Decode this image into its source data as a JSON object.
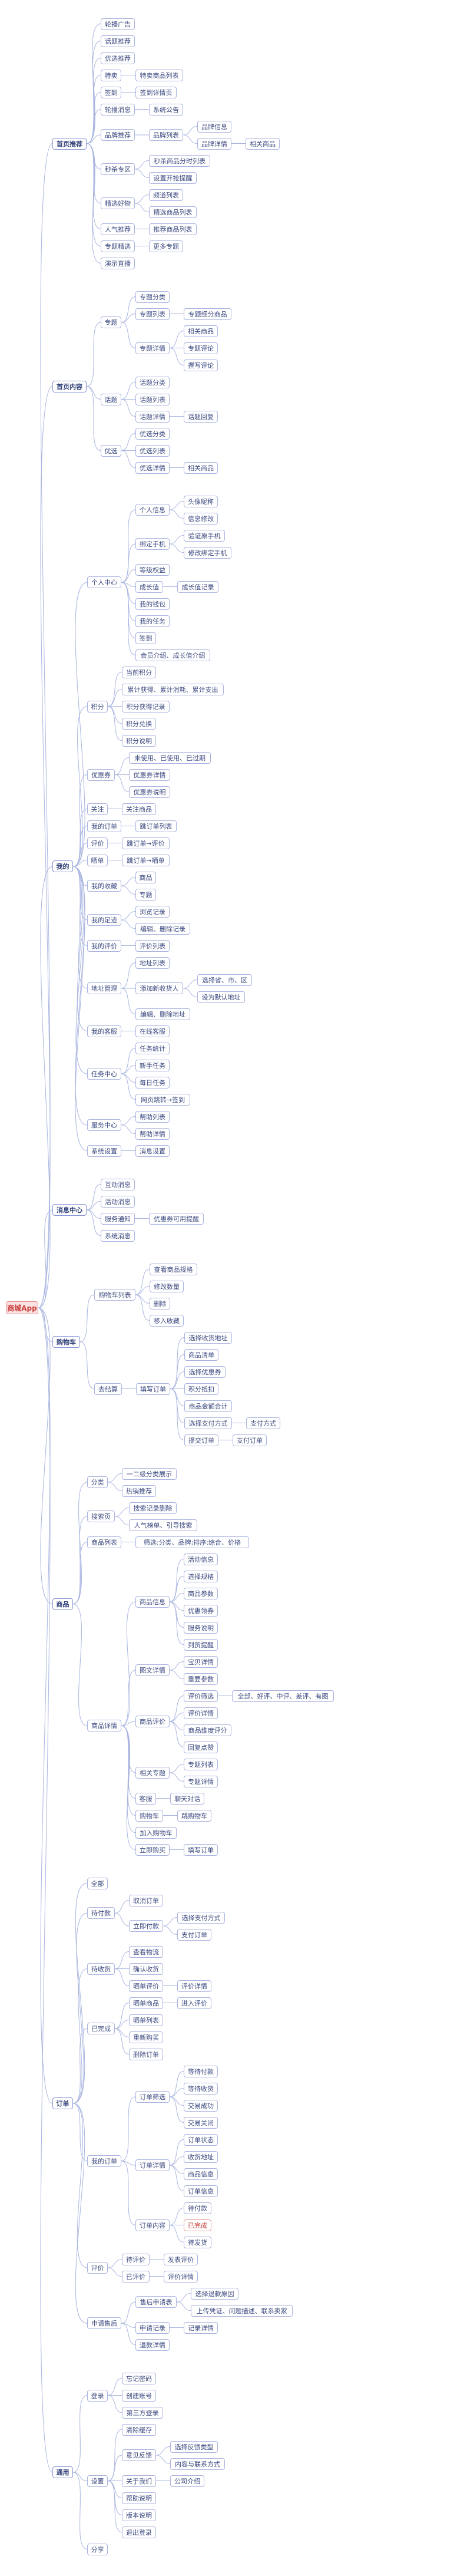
{
  "colors": {
    "root_bg": "#fbe3e3",
    "root_border": "#e58f8f",
    "root_text": "#c9433f",
    "branch_border": "#8a97d6",
    "branch_text": "#2f3f78",
    "node_border": "#aab4e0",
    "node_text": "#3c4a80",
    "accent_border": "#e59a9a",
    "accent_text": "#c9433f",
    "connector": "#aab6e0"
  },
  "tree": {
    "label": "商城App",
    "children": [
      {
        "label": "首页推荐",
        "children": [
          {
            "label": "轮播广告"
          },
          {
            "label": "话题推荐"
          },
          {
            "label": "优选推荐"
          },
          {
            "label": "特卖",
            "children": [
              {
                "label": "特卖商品列表"
              }
            ]
          },
          {
            "label": "签到",
            "children": [
              {
                "label": "签到详情页"
              }
            ]
          },
          {
            "label": "轮播消息",
            "children": [
              {
                "label": "系统公告"
              }
            ]
          },
          {
            "label": "品牌推荐",
            "children": [
              {
                "label": "品牌列表",
                "children": [
                  {
                    "label": "品牌信息"
                  },
                  {
                    "label": "品牌详情",
                    "children": [
                      {
                        "label": "相关商品"
                      }
                    ]
                  }
                ]
              }
            ]
          },
          {
            "label": "秒杀专区",
            "children": [
              {
                "label": "秒杀商品分时列表"
              },
              {
                "label": "设置开抢提醒"
              }
            ]
          },
          {
            "label": "精选好物",
            "children": [
              {
                "label": "频道列表"
              },
              {
                "label": "精选商品列表"
              }
            ]
          },
          {
            "label": "人气推荐",
            "children": [
              {
                "label": "推荐商品列表"
              }
            ]
          },
          {
            "label": "专题精选",
            "children": [
              {
                "label": "更多专题"
              }
            ]
          },
          {
            "label": "演示直播"
          }
        ]
      },
      {
        "label": "首页内容",
        "children": [
          {
            "label": "专题",
            "children": [
              {
                "label": "专题分类"
              },
              {
                "label": "专题列表",
                "children": [
                  {
                    "label": "专题细分商品"
                  }
                ]
              },
              {
                "label": "专题详情",
                "children": [
                  {
                    "label": "相关商品"
                  },
                  {
                    "label": "专题评论"
                  },
                  {
                    "label": "撰写评论"
                  }
                ]
              }
            ]
          },
          {
            "label": "话题",
            "children": [
              {
                "label": "话题分类"
              },
              {
                "label": "话题列表"
              },
              {
                "label": "话题详情",
                "children": [
                  {
                    "label": "话题回复"
                  }
                ]
              }
            ]
          },
          {
            "label": "优选",
            "children": [
              {
                "label": "优选分类"
              },
              {
                "label": "优选列表"
              },
              {
                "label": "优选详情",
                "children": [
                  {
                    "label": "相关商品"
                  }
                ]
              }
            ]
          }
        ]
      },
      {
        "label": "我的",
        "children": [
          {
            "label": "个人中心",
            "children": [
              {
                "label": "个人信息",
                "children": [
                  {
                    "label": "头像昵称"
                  },
                  {
                    "label": "信息修改"
                  }
                ]
              },
              {
                "label": "绑定手机",
                "children": [
                  {
                    "label": "验证原手机"
                  },
                  {
                    "label": "修改绑定手机"
                  }
                ]
              },
              {
                "label": "等级权益"
              },
              {
                "label": "成长值",
                "children": [
                  {
                    "label": "成长值记录"
                  }
                ]
              },
              {
                "label": "我的钱包"
              },
              {
                "label": "我的任务"
              },
              {
                "label": "签到"
              },
              {
                "label": "会员介绍、成长值介绍"
              }
            ]
          },
          {
            "label": "积分",
            "children": [
              {
                "label": "当前积分"
              },
              {
                "label": "累计获得、累计消耗、累计支出"
              },
              {
                "label": "积分获得记录"
              },
              {
                "label": "积分兑换"
              },
              {
                "label": "积分说明"
              }
            ]
          },
          {
            "label": "优惠券",
            "children": [
              {
                "label": "未使用、已使用、已过期"
              },
              {
                "label": "优惠券详情"
              },
              {
                "label": "优惠券说明"
              }
            ]
          },
          {
            "label": "关注",
            "children": [
              {
                "label": "关注商品"
              }
            ]
          },
          {
            "label": "我的订单",
            "children": [
              {
                "label": "跳订单列表"
              }
            ]
          },
          {
            "label": "评价",
            "children": [
              {
                "label": "跳订单→评价"
              }
            ]
          },
          {
            "label": "晒单",
            "children": [
              {
                "label": "跳订单→晒单"
              }
            ]
          },
          {
            "label": "我的收藏",
            "children": [
              {
                "label": "商品"
              },
              {
                "label": "专题"
              }
            ]
          },
          {
            "label": "我的足迹",
            "children": [
              {
                "label": "浏览记录"
              },
              {
                "label": "编辑、删除记录"
              }
            ]
          },
          {
            "label": "我的评价",
            "children": [
              {
                "label": "评价列表"
              }
            ]
          },
          {
            "label": "地址管理",
            "children": [
              {
                "label": "地址列表"
              },
              {
                "label": "添加新收货人",
                "children": [
                  {
                    "label": "选择省、市、区"
                  },
                  {
                    "label": "设为默认地址"
                  }
                ]
              },
              {
                "label": "编辑、删除地址"
              }
            ]
          },
          {
            "label": "我的客服",
            "children": [
              {
                "label": "在线客服"
              }
            ]
          },
          {
            "label": "任务中心",
            "children": [
              {
                "label": "任务统计"
              },
              {
                "label": "新手任务"
              },
              {
                "label": "每日任务"
              },
              {
                "label": "网页跳转→签到"
              }
            ]
          },
          {
            "label": "服务中心",
            "children": [
              {
                "label": "帮助列表"
              },
              {
                "label": "帮助详情"
              }
            ]
          },
          {
            "label": "系统设置",
            "children": [
              {
                "label": "消息设置"
              }
            ]
          }
        ]
      },
      {
        "label": "消息中心",
        "children": [
          {
            "label": "互动消息"
          },
          {
            "label": "活动消息"
          },
          {
            "label": "服务通知",
            "children": [
              {
                "label": "优惠券可用提醒"
              }
            ]
          },
          {
            "label": "系统消息"
          }
        ]
      },
      {
        "label": "购物车",
        "children": [
          {
            "label": "购物车列表",
            "children": [
              {
                "label": "查看商品规格"
              },
              {
                "label": "修改数量"
              },
              {
                "label": "删除"
              },
              {
                "label": "移入收藏"
              }
            ]
          },
          {
            "label": "去结算",
            "children": [
              {
                "label": "填写订单",
                "children": [
                  {
                    "label": "选择收货地址"
                  },
                  {
                    "label": "商品清单"
                  },
                  {
                    "label": "选择优惠券"
                  },
                  {
                    "label": "积分抵扣"
                  },
                  {
                    "label": "商品金额合计"
                  },
                  {
                    "label": "选择支付方式",
                    "children": [
                      {
                        "label": "支付方式"
                      }
                    ]
                  },
                  {
                    "label": "提交订单",
                    "children": [
                      {
                        "label": "支付订单"
                      }
                    ]
                  }
                ]
              }
            ]
          }
        ]
      },
      {
        "label": "商品",
        "children": [
          {
            "label": "分类",
            "children": [
              {
                "label": "一二级分类展示"
              },
              {
                "label": "热销推荐"
              }
            ]
          },
          {
            "label": "搜索页",
            "children": [
              {
                "label": "搜索记录删除"
              },
              {
                "label": "人气榜单、引导搜索"
              }
            ]
          },
          {
            "label": "商品列表",
            "children": [
              {
                "label": "筛选:分类、品牌;排序:综合、价格"
              }
            ]
          },
          {
            "label": "商品详情",
            "children": [
              {
                "label": "商品信息",
                "children": [
                  {
                    "label": "活动信息"
                  },
                  {
                    "label": "选择规格"
                  },
                  {
                    "label": "商品参数"
                  },
                  {
                    "label": "优惠领券"
                  },
                  {
                    "label": "服务说明"
                  },
                  {
                    "label": "到货提醒"
                  }
                ]
              },
              {
                "label": "图文详情",
                "children": [
                  {
                    "label": "宝贝详情"
                  },
                  {
                    "label": "重要参数"
                  }
                ]
              },
              {
                "label": "商品评价",
                "children": [
                  {
                    "label": "评价筛选",
                    "children": [
                      {
                        "label": "全部、好评、中评、差评、有图"
                      }
                    ]
                  },
                  {
                    "label": "评价详情"
                  },
                  {
                    "label": "商品维度评分"
                  },
                  {
                    "label": "回复点赞"
                  }
                ]
              },
              {
                "label": "相关专题",
                "children": [
                  {
                    "label": "专题列表"
                  },
                  {
                    "label": "专题详情"
                  }
                ]
              },
              {
                "label": "客服",
                "children": [
                  {
                    "label": "聊天对话"
                  }
                ]
              },
              {
                "label": "购物车",
                "children": [
                  {
                    "label": "跳购物车"
                  }
                ]
              },
              {
                "label": "加入购物车"
              },
              {
                "label": "立即购买",
                "children": [
                  {
                    "label": "填写订单"
                  }
                ]
              }
            ]
          }
        ]
      },
      {
        "label": "订单",
        "children": [
          {
            "label": "全部"
          },
          {
            "label": "待付款",
            "children": [
              {
                "label": "取消订单"
              },
              {
                "label": "立即付款",
                "children": [
                  {
                    "label": "选择支付方式"
                  },
                  {
                    "label": "支付订单"
                  }
                ]
              }
            ]
          },
          {
            "label": "待收货",
            "children": [
              {
                "label": "查看物流"
              },
              {
                "label": "确认收货"
              },
              {
                "label": "晒单评价",
                "children": [
                  {
                    "label": "评价详情"
                  }
                ]
              }
            ]
          },
          {
            "label": "已完成",
            "children": [
              {
                "label": "晒单商品",
                "children": [
                  {
                    "label": "进入评价"
                  }
                ]
              },
              {
                "label": "晒单列表"
              },
              {
                "label": "重新购买"
              },
              {
                "label": "删除订单"
              }
            ]
          },
          {
            "label": "我的订单",
            "children": [
              {
                "label": "订单筛选",
                "children": [
                  {
                    "label": "等待付款"
                  },
                  {
                    "label": "等待收货"
                  },
                  {
                    "label": "交易成功"
                  },
                  {
                    "label": "交易关闭"
                  }
                ]
              },
              {
                "label": "订单详情",
                "children": [
                  {
                    "label": "订单状态"
                  },
                  {
                    "label": "收货地址"
                  },
                  {
                    "label": "商品信息"
                  },
                  {
                    "label": "订单信息"
                  }
                ]
              },
              {
                "label": "订单内容",
                "children": [
                  {
                    "label": "待付款"
                  },
                  {
                    "label": "已完成",
                    "style": "accent"
                  },
                  {
                    "label": "待发货"
                  }
                ]
              }
            ]
          },
          {
            "label": "评价",
            "children": [
              {
                "label": "待评价",
                "children": [
                  {
                    "label": "发表评价"
                  }
                ]
              },
              {
                "label": "已评价",
                "children": [
                  {
                    "label": "评价详情"
                  }
                ]
              }
            ]
          },
          {
            "label": "申请售后",
            "children": [
              {
                "label": "售后申请表",
                "children": [
                  {
                    "label": "选择退款原因"
                  },
                  {
                    "label": "上传凭证、问题描述、联系卖家"
                  }
                ]
              },
              {
                "label": "申请记录",
                "children": [
                  {
                    "label": "记录详情"
                  }
                ]
              },
              {
                "label": "退款详情"
              }
            ]
          }
        ]
      },
      {
        "label": "通用",
        "children": [
          {
            "label": "登录",
            "children": [
              {
                "label": "忘记密码"
              },
              {
                "label": "创建账号"
              },
              {
                "label": "第三方登录"
              }
            ]
          },
          {
            "label": "设置",
            "children": [
              {
                "label": "清除缓存"
              },
              {
                "label": "意见反馈",
                "children": [
                  {
                    "label": "选择反馈类型"
                  },
                  {
                    "label": "内容与联系方式"
                  }
                ]
              },
              {
                "label": "关于我们",
                "children": [
                  {
                    "label": "公司介绍"
                  }
                ]
              },
              {
                "label": "帮助说明"
              },
              {
                "label": "版本说明"
              },
              {
                "label": "退出登录"
              }
            ]
          },
          {
            "label": "分享"
          }
        ]
      }
    ]
  }
}
